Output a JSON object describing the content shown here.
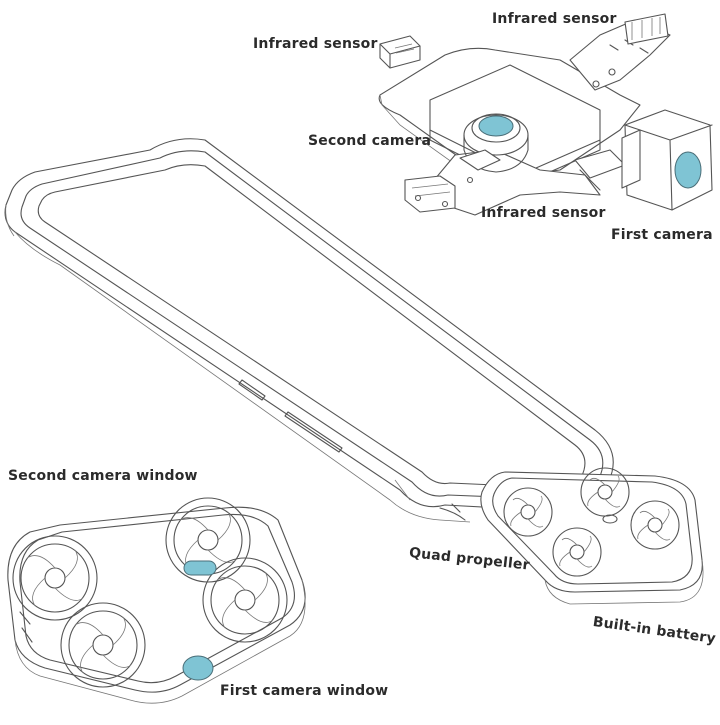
{
  "colors": {
    "line": "#555555",
    "accent": "#7fc4d4",
    "text": "#2b2b2b",
    "background": "#ffffff"
  },
  "labels": {
    "infrared_sensor_left": "Infrared sensor",
    "infrared_sensor_top": "Infrared sensor",
    "second_camera": "Second camera",
    "infrared_sensor_mid": "Infrared sensor",
    "first_camera": "First camera",
    "second_camera_window": "Second camera window",
    "quad_propeller": "Quad propeller",
    "built_in_battery": "Built-in battery",
    "first_camera_window": "First camera window"
  }
}
